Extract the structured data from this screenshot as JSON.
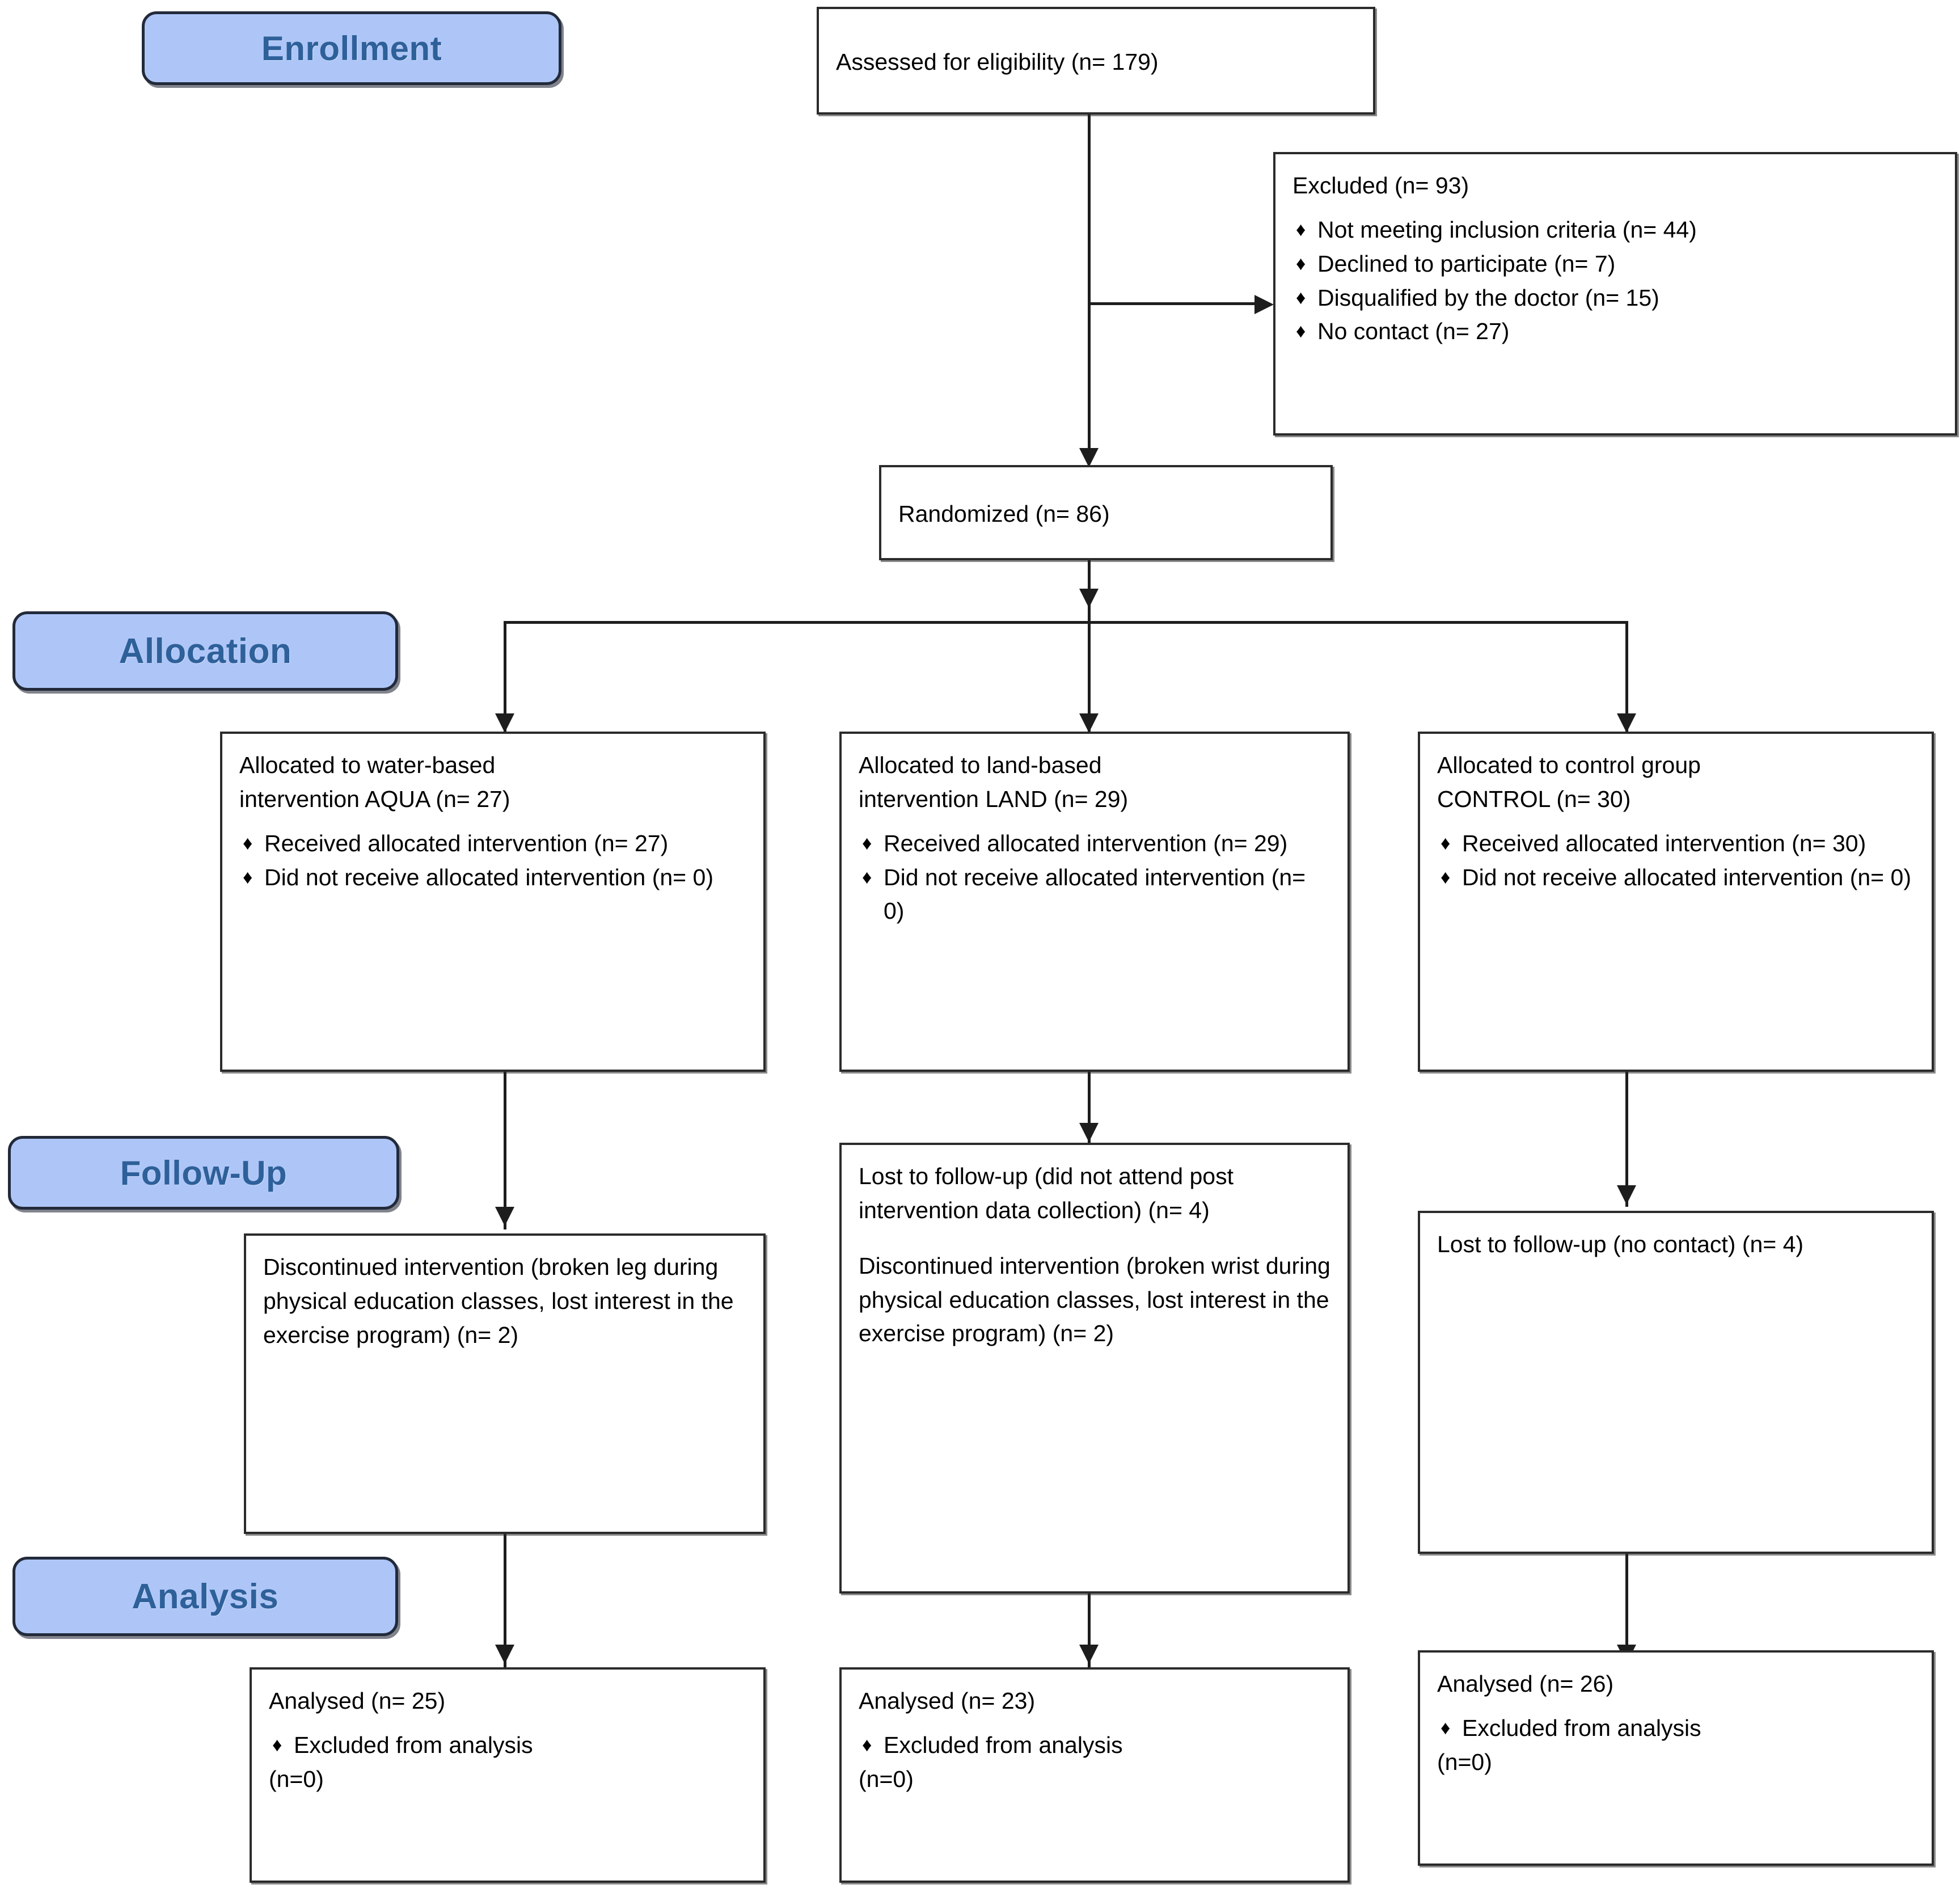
{
  "diagram": {
    "type": "consort-flow-diagram",
    "stages": [
      {
        "id": "enrollment",
        "label": "Enrollment"
      },
      {
        "id": "allocation",
        "label": "Allocation"
      },
      {
        "id": "followup",
        "label": "Follow-Up"
      },
      {
        "id": "analysis",
        "label": "Analysis"
      }
    ],
    "colors": {
      "badge_fill": "#AEC6F7",
      "badge_text": "#2E6099",
      "badge_border": "#222A3A",
      "box_border": "#2B2B2B",
      "box_fill": "#FFFFFF",
      "text": "#000000",
      "connector": "#1D1D1D"
    },
    "bullet_glyph": "♦",
    "enrollment": {
      "assessed": "Assessed for eligibility (n= 179)",
      "excluded_title": "Excluded  (n= 93)",
      "excluded_items": [
        "Not meeting inclusion criteria (n= 44)",
        "Declined to participate (n= 7)",
        "Disqualified by the doctor (n= 15)",
        "No contact  (n= 27)"
      ],
      "randomized": "Randomized (n= 86)"
    },
    "allocation": {
      "aqua": {
        "title_line1": "Allocated to water-based",
        "title_line2": "intervention AQUA (n= 27)",
        "items": [
          "Received allocated intervention (n= 27)",
          "Did not receive allocated intervention (n= 0)"
        ]
      },
      "land": {
        "title_line1": "Allocated to land-based",
        "title_line2": "intervention LAND (n= 29)",
        "items": [
          "Received allocated intervention (n= 29)",
          "Did not receive allocated intervention (n= 0)"
        ]
      },
      "control": {
        "title_line1": "Allocated to control group",
        "title_line2": "CONTROL (n= 30)",
        "items": [
          "Received allocated intervention (n= 30)",
          "Did not receive allocated intervention (n= 0)"
        ]
      }
    },
    "followup": {
      "aqua": {
        "paragraph1": "Discontinued intervention (broken leg during physical education classes, lost interest in the exercise program) (n= 2)"
      },
      "land": {
        "paragraph1": "Lost to follow-up (did not attend post intervention data collection) (n= 4)",
        "paragraph2": "Discontinued intervention (broken wrist during physical education classes, lost interest in the exercise program) (n= 2)"
      },
      "control": {
        "paragraph1": "Lost to follow-up (no contact) (n= 4)"
      }
    },
    "analysis": {
      "aqua": {
        "title": "Analysed  (n= 25)",
        "bullet": "Excluded from analysis",
        "bullet_count": "(n=0)"
      },
      "land": {
        "title": "Analysed  (n= 23)",
        "bullet": "Excluded from analysis",
        "bullet_count": "(n=0)"
      },
      "control": {
        "title": "Analysed  (n= 26)",
        "bullet": "Excluded from analysis",
        "bullet_count": "(n=0)"
      }
    }
  }
}
